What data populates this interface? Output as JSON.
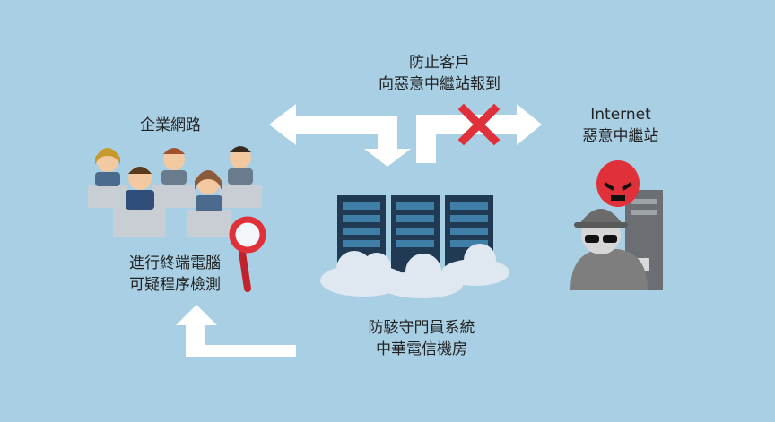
{
  "top_caption": {
    "line1": "防止客戶",
    "line2": "向惡意中繼站報到"
  },
  "enterprise": {
    "label": "企業網路"
  },
  "internet": {
    "line1": "Internet",
    "line2": "惡意中繼站"
  },
  "endpoint_check": {
    "line1": "進行終端電腦",
    "line2": "可疑程序檢測"
  },
  "datacenter": {
    "line1": "防駭守門員系統",
    "line2": "中華電信機房"
  },
  "colors": {
    "background": "#a9cfe4",
    "arrow": "#ffffff",
    "blocked_x": "#e0313a",
    "server": "#24435b",
    "magnifier": "#e0313a"
  }
}
